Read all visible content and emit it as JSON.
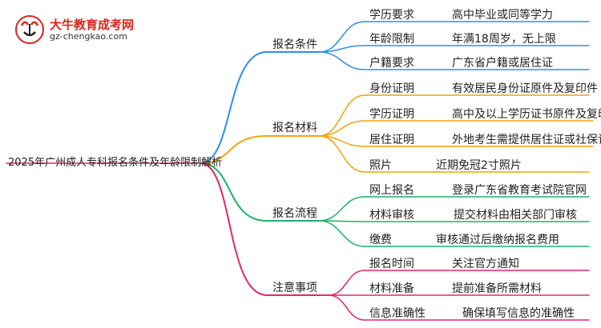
{
  "logo": {
    "title": "大牛教育成考网",
    "url": "gz-chengkao.com"
  },
  "root": "2025年广州成人专科报名条件及年龄限制解析",
  "branches": [
    {
      "label": "报名条件",
      "color": "#2f8ee8",
      "items": [
        {
          "k": "学历要求",
          "v": "高中毕业或同等学力"
        },
        {
          "k": "年龄限制",
          "v": "年满18周岁，无上限"
        },
        {
          "k": "户籍要求",
          "v": "广东省户籍或居住证"
        }
      ]
    },
    {
      "label": "报名材料",
      "color": "#f0a30a",
      "items": [
        {
          "k": "身份证明",
          "v": "有效居民身份证原件及复印件"
        },
        {
          "k": "学历证明",
          "v": "高中及以上学历证书原件及复印件"
        },
        {
          "k": "居住证明",
          "v": "外地考生需提供居住证或社保记录"
        },
        {
          "k": "照片",
          "v": "近期免冠2寸照片"
        }
      ]
    },
    {
      "label": "报名流程",
      "color": "#1db36b",
      "items": [
        {
          "k": "网上报名",
          "v": "登录广东省教育考试院官网"
        },
        {
          "k": "材料审核",
          "v": "提交材料由相关部门审核"
        },
        {
          "k": "缴费",
          "v": "审核通过后缴纳报名费用"
        }
      ]
    },
    {
      "label": "注意事项",
      "color": "#e0286a",
      "items": [
        {
          "k": "报名时间",
          "v": "关注官方通知"
        },
        {
          "k": "材料准备",
          "v": "提前准备所需材料"
        },
        {
          "k": "信息准确性",
          "v": "确保填写信息的准确性"
        }
      ]
    }
  ]
}
